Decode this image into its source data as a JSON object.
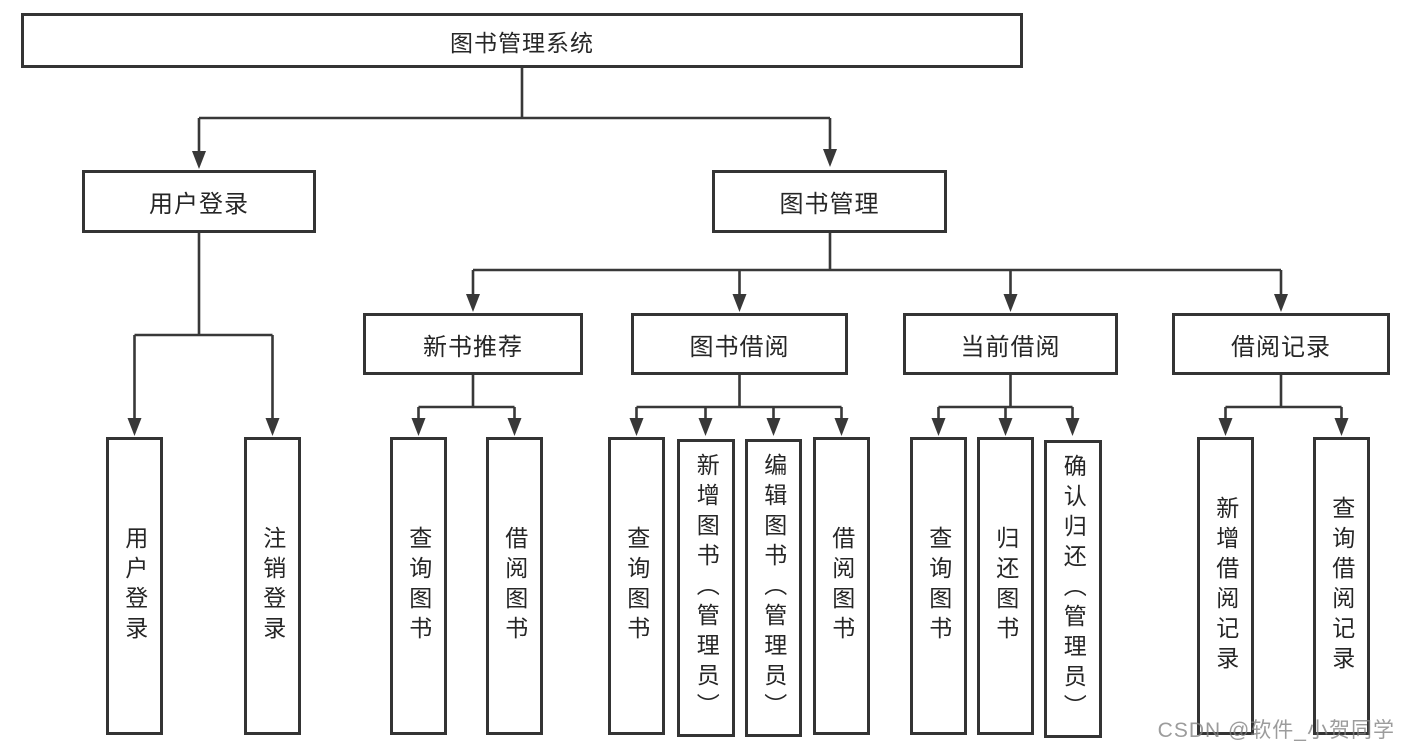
{
  "tree": {
    "root": {
      "label": "图书管理系统"
    },
    "branches": [
      {
        "label": "用户登录",
        "children": [
          {
            "label": "用户登录"
          },
          {
            "label": "注销登录"
          }
        ]
      },
      {
        "label": "图书管理",
        "children": [
          {
            "label": "新书推荐",
            "children": [
              {
                "label": "查询图书"
              },
              {
                "label": "借阅图书"
              }
            ]
          },
          {
            "label": "图书借阅",
            "children": [
              {
                "label": "查询图书"
              },
              {
                "label": "新增图书（管理员）"
              },
              {
                "label": "编辑图书（管理员）"
              },
              {
                "label": "借阅图书"
              }
            ]
          },
          {
            "label": "当前借阅",
            "children": [
              {
                "label": "查询图书"
              },
              {
                "label": "归还图书"
              },
              {
                "label": "确认归还（管理员）"
              }
            ]
          },
          {
            "label": "借阅记录",
            "children": [
              {
                "label": "新增借阅记录"
              },
              {
                "label": "查询借阅记录"
              }
            ]
          }
        ]
      }
    ]
  },
  "colors": {
    "box_border": "#343434",
    "connector": "#383838",
    "text": "#262626",
    "watermark": "#808080"
  },
  "watermark": {
    "text": "CSDN @软件_小贺同学"
  }
}
